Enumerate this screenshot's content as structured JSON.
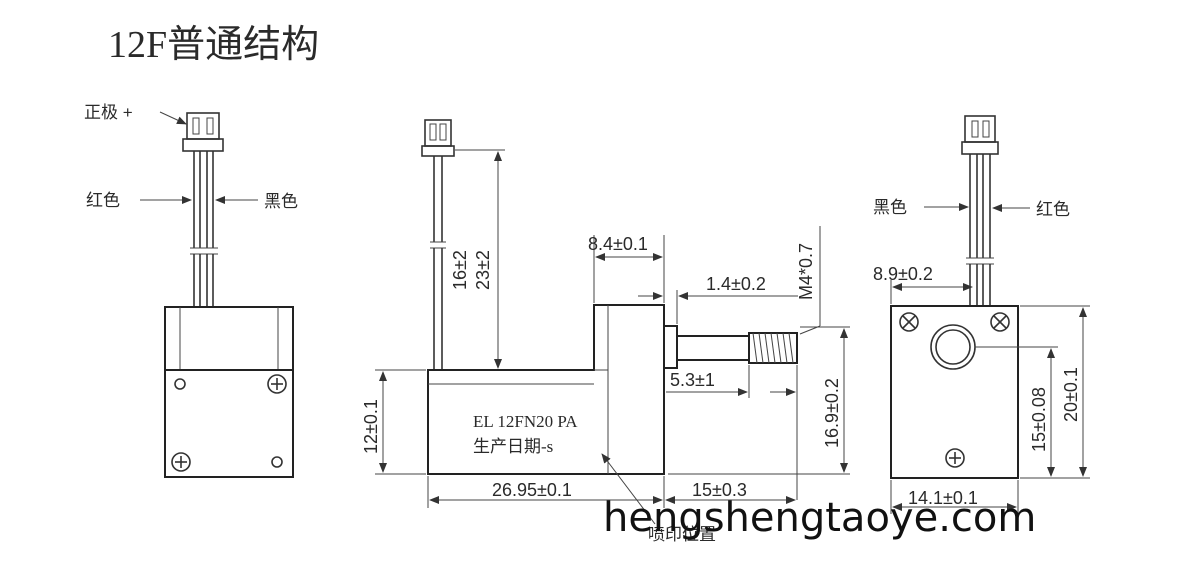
{
  "title": "12F普通结构",
  "left_view": {
    "positive_label": "正极 +",
    "red_left_label": "红色",
    "black_right_label": "黑色"
  },
  "front_view": {
    "dim_16": "16±2",
    "dim_23": "23±2",
    "dim_8_4": "8.4±0.1",
    "dim_1_4": "1.4±0.2",
    "dim_m4": "M4*0.7",
    "dim_5_3": "5.3±1",
    "dim_16_9": "16.9±0.2",
    "dim_12": "12±0.1",
    "dim_26_95": "26.95±0.1",
    "dim_15_0_3": "15±0.3",
    "marking_line1": "EL 12FN20 PA",
    "marking_line2": "生产日期-s",
    "marking_callout": "喷印位置"
  },
  "right_view": {
    "black_left_label": "黑色",
    "red_right_label": "红色",
    "dim_8_9": "8.9±0.2",
    "dim_15_0_08": "15±0.08",
    "dim_20": "20±0.1",
    "dim_14_1": "14.1±0.1"
  },
  "watermark": "hengshengtaoye.com"
}
